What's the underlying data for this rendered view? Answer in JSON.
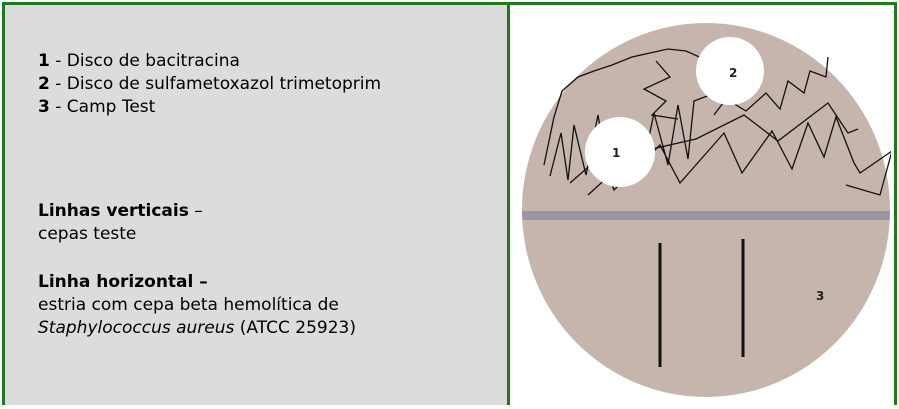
{
  "legend": {
    "items": [
      {
        "num": "1",
        "sep": " - ",
        "text": "Disco de bacitracina"
      },
      {
        "num": "2",
        "sep": " - ",
        "text": "Disco de sulfametoxazol trimetoprim"
      },
      {
        "num": "3",
        "sep": " - ",
        "text": "Camp Test"
      }
    ],
    "vertical": {
      "title": "Linhas verticais",
      "dash": " –",
      "desc": "cepas teste"
    },
    "horizontal": {
      "title": "Linha horizontal –",
      "desc_prefix": "estria com cepa beta hemolítica de",
      "species": "Staphylococcus aureus",
      "desc_suffix": " (ATCC 25923)"
    }
  },
  "plate": {
    "labels": {
      "disc1": "1",
      "disc2": "2",
      "camp": "3"
    },
    "colors": {
      "agar": "#c5b5ac",
      "streak_band": "#9a97a3",
      "disc": "#ffffff",
      "border": "#1d7a1d"
    }
  }
}
